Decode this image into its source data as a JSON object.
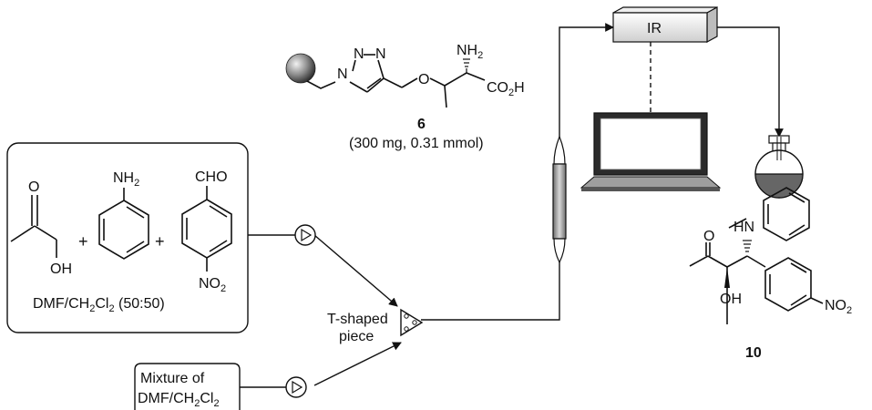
{
  "reagents_box": {
    "solvent": "DMF/CH",
    "solvent_sub1": "2",
    "solvent_tail": "Cl",
    "solvent_sub2": "2",
    "solvent_ratio": " (50:50)",
    "plus": "+",
    "hydroxyacetone": {
      "o": "O",
      "oh": "OH"
    },
    "aniline": {
      "nh": "NH",
      "sub": "2"
    },
    "aldehyde": {
      "cho": "CHO",
      "no": "NO",
      "sub": "2"
    }
  },
  "mixture_box": {
    "line1": "Mixture of",
    "line2_main": "DMF/CH",
    "line2_sub1": "2",
    "line2_tail": "Cl",
    "line2_sub2": "2"
  },
  "t_piece": {
    "line1": "T-shaped",
    "line2": "piece"
  },
  "catalyst": {
    "compound_number": "6",
    "amount": "(300 mg, 0.31 mmol)",
    "n_label": "N",
    "o_label": "O",
    "nh2": "NH",
    "nh2_sub": "2",
    "co2h_a": "CO",
    "co2h_sub": "2",
    "co2h_b": "H"
  },
  "ir": {
    "label": "IR"
  },
  "product": {
    "compound_number": "10",
    "o": "O",
    "hn": "HN",
    "oh": "OH",
    "no": "NO",
    "no_sub": "2"
  }
}
